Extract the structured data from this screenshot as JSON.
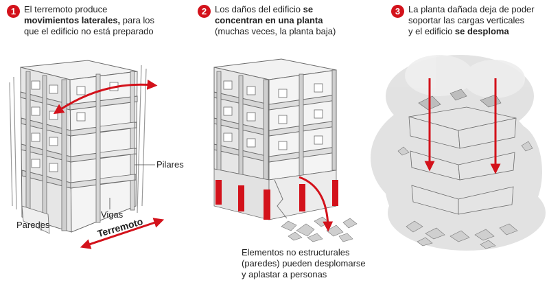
{
  "steps": [
    {
      "number": "1",
      "line1_pre": "El terremoto produce",
      "line2_bold": "movimientos laterales,",
      "line2_post": " para los",
      "line3": "que el edificio no está preparado"
    },
    {
      "number": "2",
      "line1_pre": "Los daños del edificio ",
      "line1_bold": "se",
      "line2_bold": "concentran en una planta",
      "line3": "(muchas veces, la planta baja)"
    },
    {
      "number": "3",
      "line1": "La planta dañada deja de poder",
      "line2": "soportar las cargas verticales",
      "line3_pre": "y el edificio ",
      "line3_bold": "se desploma"
    }
  ],
  "labels": {
    "pilares": "Pilares",
    "vigas": "Vigas",
    "paredes": "Paredes",
    "terremoto": "Terremoto"
  },
  "note": {
    "line1": "Elementos no estructurales",
    "line2": "(paredes) pueden desplomarse",
    "line3": "y aplastar a personas"
  },
  "colors": {
    "accent_red": "#d3121b",
    "concrete_light": "#ececec",
    "concrete_mid": "#dcdcdc",
    "concrete_dark": "#bdbdbd",
    "outline": "#6b6b6b",
    "dust": "#d9d9d9"
  }
}
